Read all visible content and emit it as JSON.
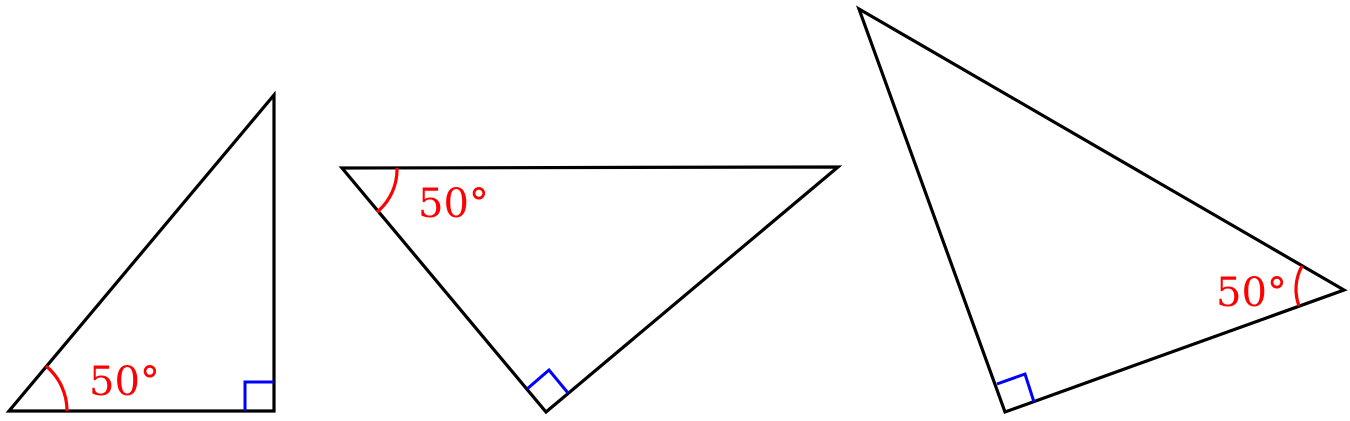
{
  "colors": {
    "sides": "#000000",
    "angle_marker": "#ff0000",
    "right_angle_marker": "#0000ff"
  },
  "triangles": [
    {
      "angle_label": "50°"
    },
    {
      "angle_label": "50°"
    },
    {
      "angle_label": "50°"
    }
  ]
}
